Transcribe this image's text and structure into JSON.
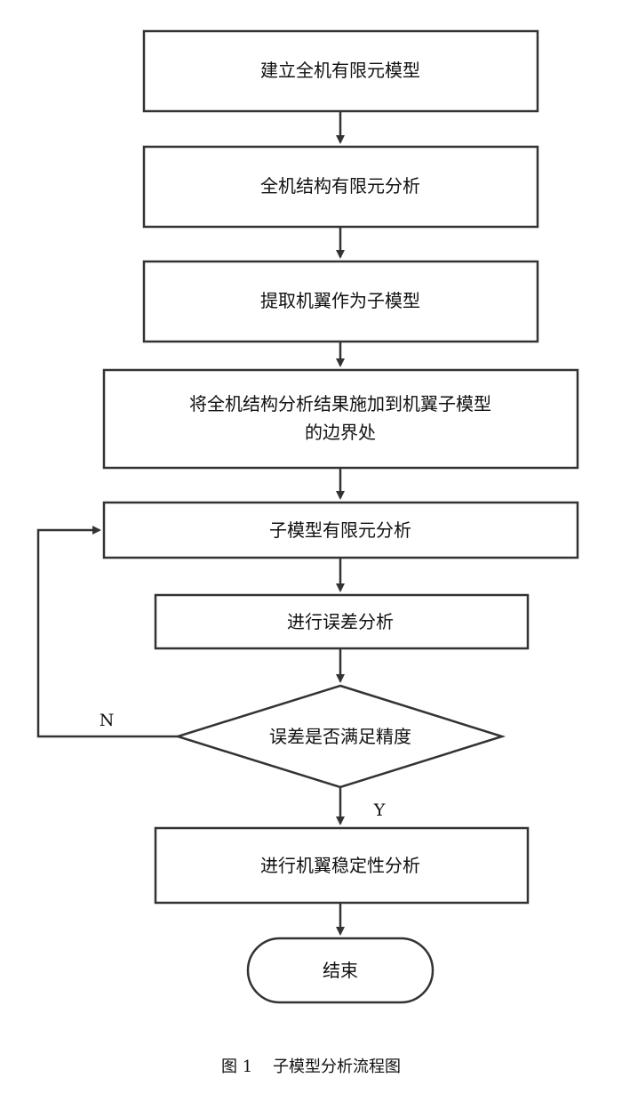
{
  "diagram": {
    "nodes": {
      "build_model": "建立全机有限元模型",
      "full_analysis": "全机结构有限元分析",
      "extract_wing": "提取机翼作为子模型",
      "apply_bc_line1": "将全机结构分析结果施加到机翼子模型",
      "apply_bc_line2": "的边界处",
      "sub_fea": "子模型有限元分析",
      "error_analysis": "进行误差分析",
      "check_accuracy": "误差是否满足精度",
      "stability": "进行机翼稳定性分析",
      "end": "结束"
    },
    "branch_labels": {
      "no": "N",
      "yes": "Y"
    },
    "caption": "图 1    子模型分析流程图"
  }
}
